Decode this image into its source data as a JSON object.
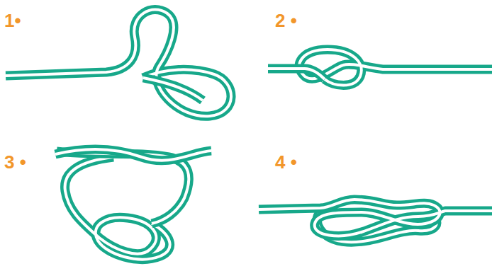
{
  "diagram": {
    "labels": [
      "1•",
      "2 •",
      "3 •",
      "4 •"
    ]
  }
}
